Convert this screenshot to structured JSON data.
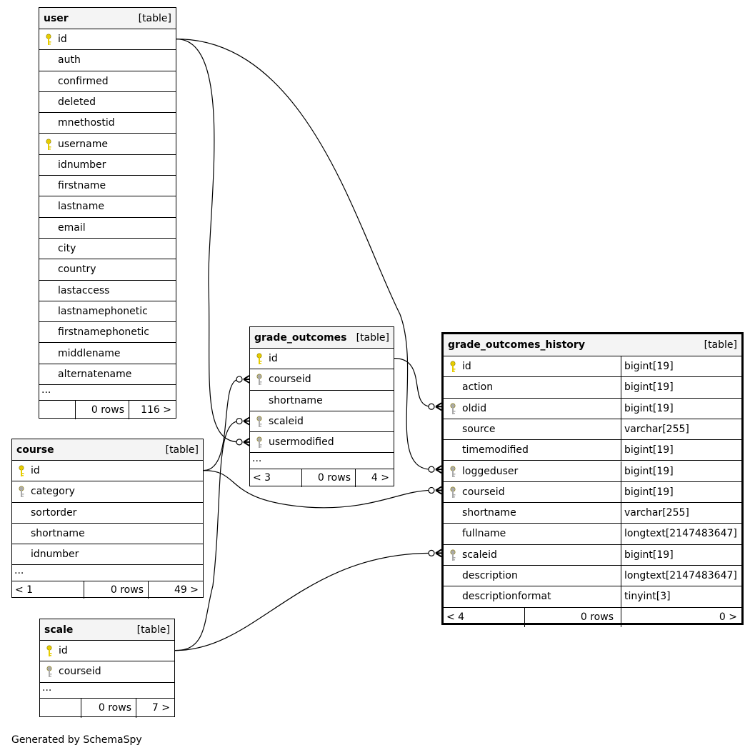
{
  "tables": {
    "user": {
      "name": "user",
      "tag": "[table]",
      "columns": [
        {
          "name": "id",
          "key": "pk"
        },
        {
          "name": "auth",
          "key": ""
        },
        {
          "name": "confirmed",
          "key": ""
        },
        {
          "name": "deleted",
          "key": ""
        },
        {
          "name": "mnethostid",
          "key": ""
        },
        {
          "name": "username",
          "key": "pk"
        },
        {
          "name": "idnumber",
          "key": ""
        },
        {
          "name": "firstname",
          "key": ""
        },
        {
          "name": "lastname",
          "key": ""
        },
        {
          "name": "email",
          "key": ""
        },
        {
          "name": "city",
          "key": ""
        },
        {
          "name": "country",
          "key": ""
        },
        {
          "name": "lastaccess",
          "key": ""
        },
        {
          "name": "lastnamephonetic",
          "key": ""
        },
        {
          "name": "firstnamephonetic",
          "key": ""
        },
        {
          "name": "middlename",
          "key": ""
        },
        {
          "name": "alternatename",
          "key": ""
        }
      ],
      "ellipsis": "...",
      "footer": {
        "left": "",
        "rows": "0 rows",
        "right": "116 >"
      }
    },
    "course": {
      "name": "course",
      "tag": "[table]",
      "columns": [
        {
          "name": "id",
          "key": "pk"
        },
        {
          "name": "category",
          "key": "fk"
        },
        {
          "name": "sortorder",
          "key": ""
        },
        {
          "name": "shortname",
          "key": ""
        },
        {
          "name": "idnumber",
          "key": ""
        }
      ],
      "ellipsis": "...",
      "footer": {
        "left": "< 1",
        "rows": "0 rows",
        "right": "49 >"
      }
    },
    "scale": {
      "name": "scale",
      "tag": "[table]",
      "columns": [
        {
          "name": "id",
          "key": "pk"
        },
        {
          "name": "courseid",
          "key": "fk"
        }
      ],
      "ellipsis": "...",
      "footer": {
        "left": "",
        "rows": "0 rows",
        "right": "7 >"
      }
    },
    "grade_outcomes": {
      "name": "grade_outcomes",
      "tag": "[table]",
      "columns": [
        {
          "name": "id",
          "key": "pk"
        },
        {
          "name": "courseid",
          "key": "fk"
        },
        {
          "name": "shortname",
          "key": ""
        },
        {
          "name": "scaleid",
          "key": "fk"
        },
        {
          "name": "usermodified",
          "key": "fk"
        }
      ],
      "ellipsis": "...",
      "footer": {
        "left": "< 3",
        "rows": "0 rows",
        "right": "4 >"
      }
    },
    "grade_outcomes_history": {
      "name": "grade_outcomes_history",
      "tag": "[table]",
      "columns": [
        {
          "name": "id",
          "key": "pk",
          "type": "bigint[19]"
        },
        {
          "name": "action",
          "key": "",
          "type": "bigint[19]"
        },
        {
          "name": "oldid",
          "key": "fk",
          "type": "bigint[19]"
        },
        {
          "name": "source",
          "key": "",
          "type": "varchar[255]"
        },
        {
          "name": "timemodified",
          "key": "",
          "type": "bigint[19]"
        },
        {
          "name": "loggeduser",
          "key": "fk",
          "type": "bigint[19]"
        },
        {
          "name": "courseid",
          "key": "fk",
          "type": "bigint[19]"
        },
        {
          "name": "shortname",
          "key": "",
          "type": "varchar[255]"
        },
        {
          "name": "fullname",
          "key": "",
          "type": "longtext[2147483647]"
        },
        {
          "name": "scaleid",
          "key": "fk",
          "type": "bigint[19]"
        },
        {
          "name": "description",
          "key": "",
          "type": "longtext[2147483647]"
        },
        {
          "name": "descriptionformat",
          "key": "",
          "type": "tinyint[3]"
        }
      ],
      "footer": {
        "left": "< 4",
        "rows": "0 rows",
        "right": "0 >"
      }
    }
  },
  "icons": {
    "pk": "primary-key-icon",
    "fk": "foreign-key-icon"
  },
  "colors": {
    "pk": "#e6cc00",
    "fk": "#aaaaaa",
    "header_bg": "#f4f4f4"
  },
  "generated_by": "Generated by SchemaSpy"
}
